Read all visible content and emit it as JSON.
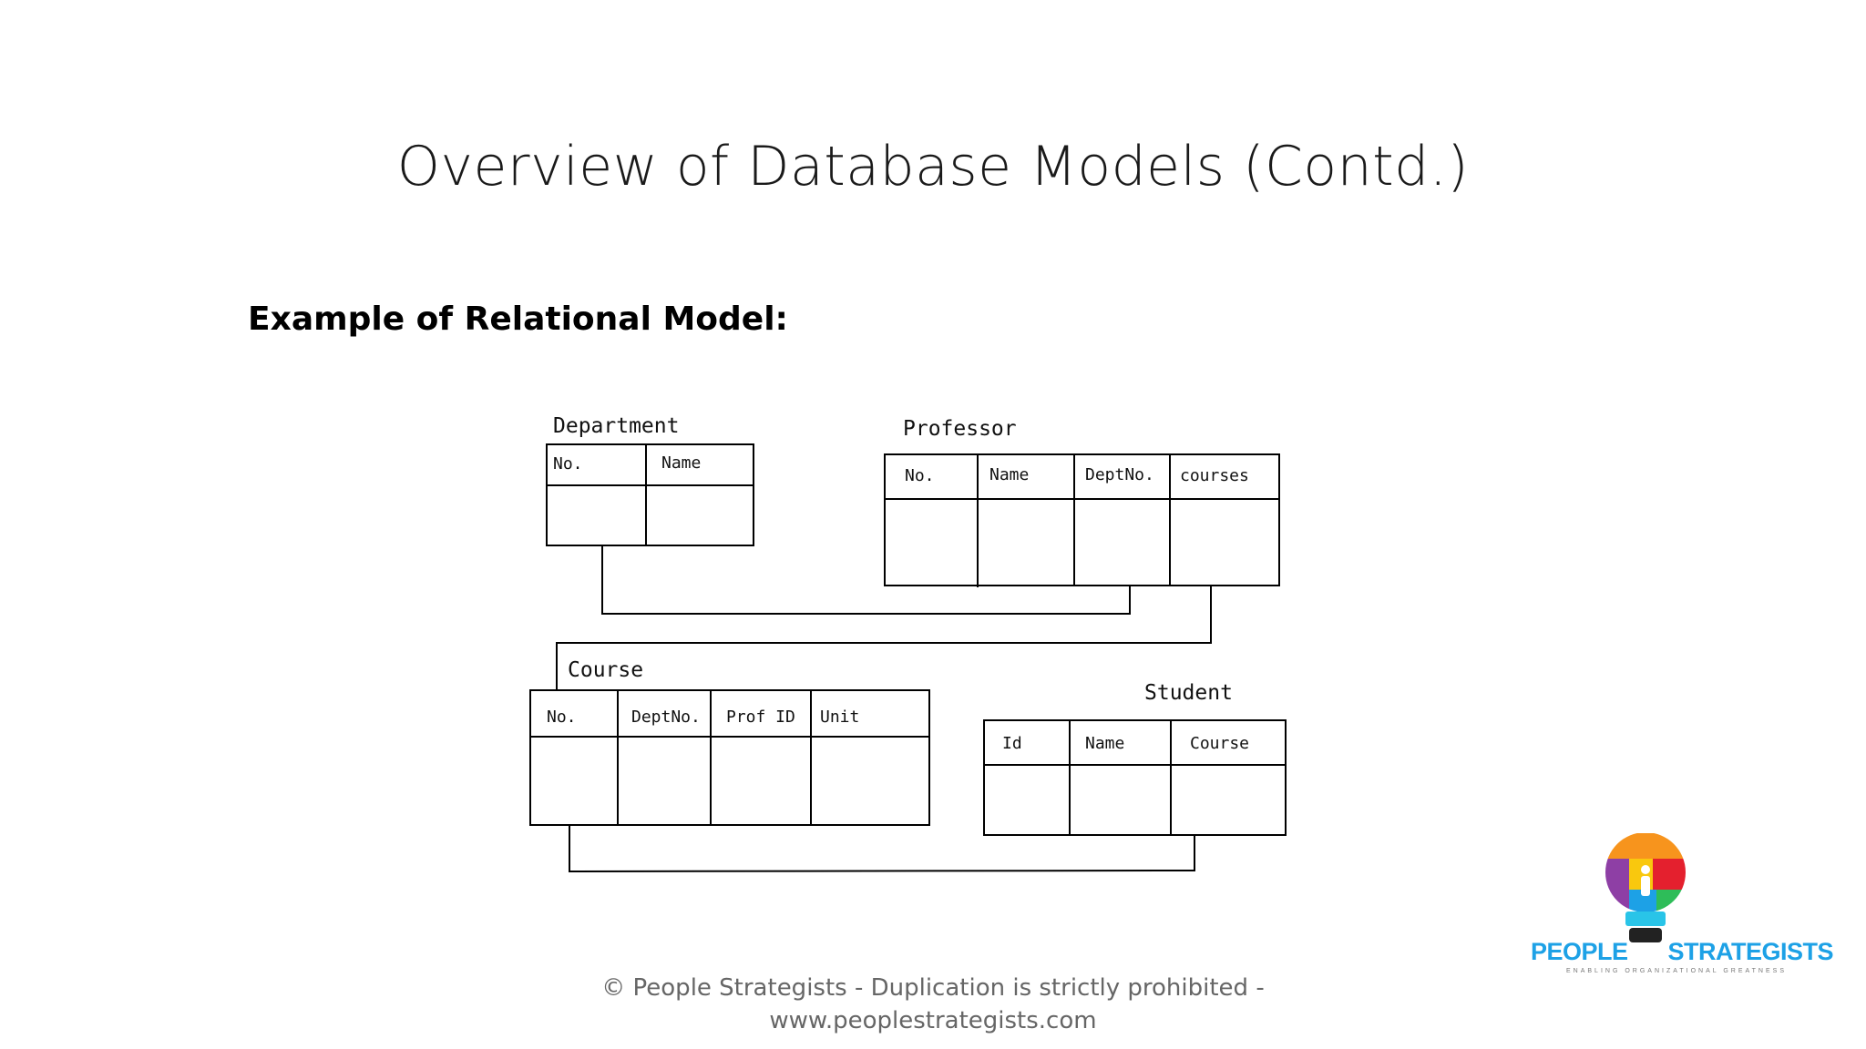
{
  "slide": {
    "title": "Overview of Database Models (Contd.)",
    "subtitle": "Example of Relational Model:"
  },
  "tables": {
    "department": {
      "name": "Department",
      "columns": [
        "No.",
        "Name"
      ]
    },
    "professor": {
      "name": "Professor",
      "columns": [
        "No.",
        "Name",
        "DeptNo.",
        "courses"
      ]
    },
    "course": {
      "name": "Course",
      "columns": [
        "No.",
        "DeptNo.",
        "Prof ID",
        "Unit"
      ]
    },
    "student": {
      "name": "Student",
      "columns": [
        "Id",
        "Name",
        "Course"
      ]
    }
  },
  "footer": {
    "line1": "© People Strategists - Duplication is strictly prohibited -",
    "line2": "www.peoplestrategists.com"
  },
  "logo": {
    "word1": "PEOPLE",
    "word2": "STRATEGISTS",
    "tagline": "ENABLING ORGANIZATIONAL GREATNESS",
    "colors": {
      "blue": "#1da1e6",
      "orange": "#f7941d",
      "red": "#e4202e",
      "purple": "#8e3fa5",
      "green": "#2ebd59",
      "pink": "#ec4c8c",
      "yellow": "#f9c80e",
      "cyan": "#29c4e8"
    }
  }
}
